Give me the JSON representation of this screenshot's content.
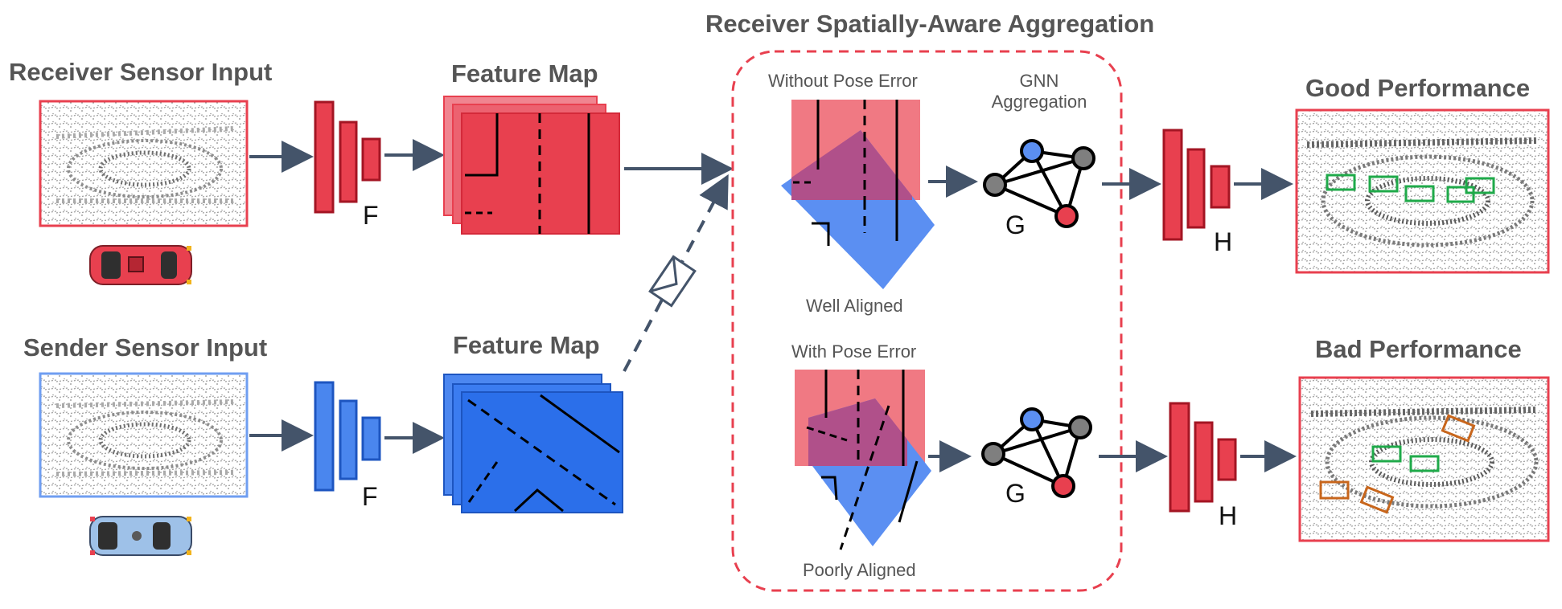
{
  "title": "Receiver Spatially-Aware Aggregation",
  "receiver": {
    "input_label": "Receiver Sensor Input",
    "feature_label": "Feature Map",
    "encoder_label": "F"
  },
  "sender": {
    "input_label": "Sender Sensor Input",
    "feature_label": "Feature Map",
    "encoder_label": "F"
  },
  "aggregation": {
    "without_error_label": "Without Pose Error",
    "with_error_label": "With Pose Error",
    "well_aligned_label": "Well Aligned",
    "poorly_aligned_label": "Poorly Aligned",
    "gnn_label_line1": "GNN",
    "gnn_label_line2": "Aggregation",
    "graph_label_top": "G",
    "graph_label_bottom": "G"
  },
  "outputs": {
    "good_label": "Good Performance",
    "bad_label": "Bad Performance",
    "decoder_label_top": "H",
    "decoder_label_bottom": "H"
  },
  "colors": {
    "receiver_red": "#e8404f",
    "sender_blue": "#2b6fea",
    "text_gray": "#555555",
    "arrow": "#44546a",
    "good_box": "#1faa4a",
    "bad_box": "#c8661c"
  }
}
